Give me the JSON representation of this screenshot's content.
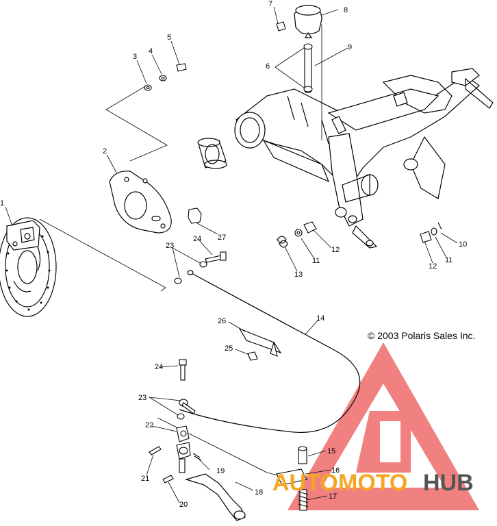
{
  "copyright": "© 2003 Polaris Sales Inc.",
  "watermark": {
    "part1": "AUTO",
    "part2": "MOTO",
    "part3": "HUB",
    "colors": {
      "auto": "#f5a623",
      "moto": "#f5a623",
      "hub": "#555555",
      "triangle": "#ef5a5a"
    }
  },
  "callouts": [
    "1",
    "2",
    "3",
    "4",
    "5",
    "6",
    "7",
    "8",
    "9",
    "10",
    "11",
    "11",
    "12",
    "12",
    "13",
    "14",
    "15",
    "16",
    "17",
    "18",
    "19",
    "20",
    "21",
    "22",
    "23",
    "23",
    "24",
    "24",
    "25",
    "26",
    "27"
  ]
}
